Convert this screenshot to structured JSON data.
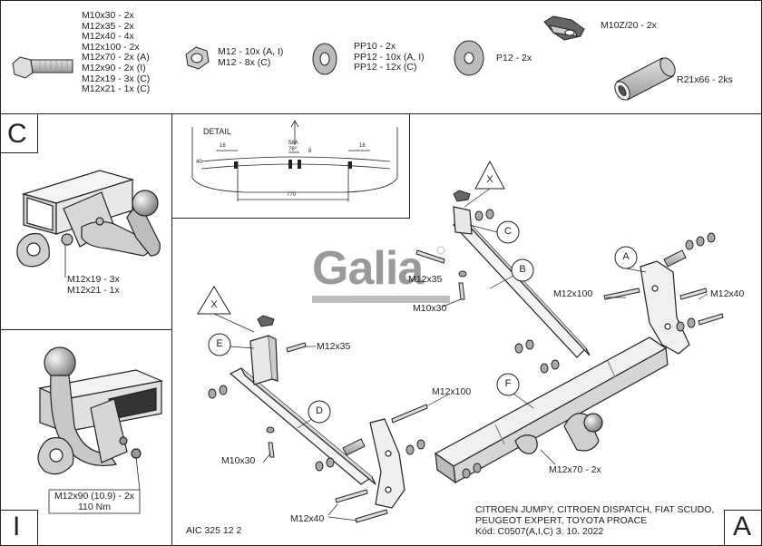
{
  "hardware": {
    "bolt_list": [
      "M10x30 - 2x",
      "M12x35 - 2x",
      "M12x40 - 4x",
      "M12x100 - 2x",
      "M12x70 - 2x (A)",
      "M12x90 - 2x (I)",
      "M12x19 - 3x (C)",
      "M12x21 - 1x (C)"
    ],
    "nut_list": [
      "M12 - 10x (A, I)",
      "M12 - 8x (C)"
    ],
    "washer_list": [
      "PP10 - 2x",
      "PP12 - 10x (A, I)",
      "PP12 - 12x (C)"
    ],
    "washer2": "P12 - 2x",
    "cage_nut": "M10Z/20 -  2x",
    "spacer": "R21x66 -  2ks"
  },
  "panel_c": {
    "letter": "C",
    "bolts": [
      "M12x19 - 3x",
      "M12x21 - 1x"
    ]
  },
  "panel_i": {
    "letter": "I",
    "torque": [
      "M12x90 (10.9) - 2x",
      "110 Nm"
    ]
  },
  "detail": {
    "title": "DETAIL",
    "dims": {
      "d16a": "16",
      "d16b": "16",
      "d56a": "56A",
      "d76": "76º",
      "d8": "8",
      "d40": "40",
      "d770": "770"
    }
  },
  "logo": "Galia",
  "callouts": {
    "a": "A",
    "b": "B",
    "c": "C",
    "d": "D",
    "e": "E",
    "f": "F",
    "x1": "X",
    "x2": "X"
  },
  "part_labels": {
    "m12x35_top": "M12x35",
    "m10x30_top": "M10x30",
    "m12x100_right": "M12x100",
    "m12x40_right": "M12x40",
    "m12x35_left": "M12x35",
    "m12x100_mid": "M12x100",
    "m10x30_left": "M10x30",
    "m12x70": "M12x70 - 2x",
    "m12x40_bottom": "M12x40"
  },
  "footer": {
    "code": "AIC 325 12 2",
    "vehicle_lines": [
      "CITROEN JUMPY, CITROEN DISPATCH, FIAT SCUDO,",
      "PEUGEOT EXPERT, TOYOTA PROACE",
      "Kód: C0507(A,I,C)  3. 10. 2022"
    ],
    "corner_letter": "A"
  }
}
